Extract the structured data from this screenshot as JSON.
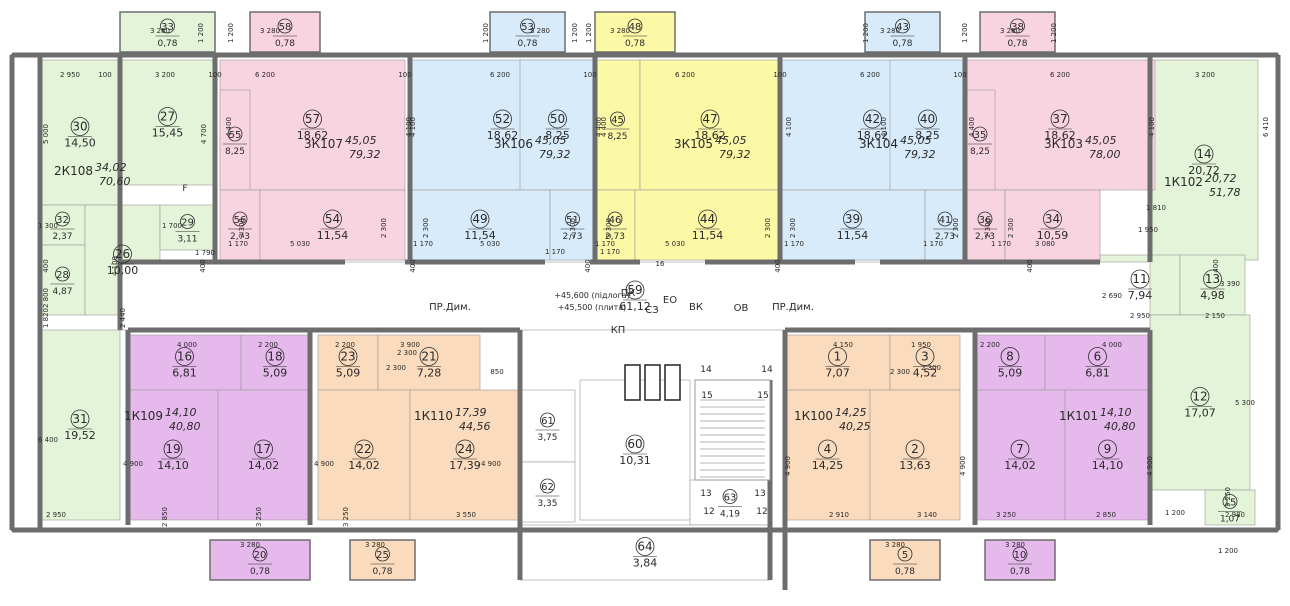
{
  "colors": {
    "green": "#e4f4d8",
    "pink": "#f8d3e0",
    "blue": "#d8ebfb",
    "yellow": "#fbf8a6",
    "purple": "#e6b9ec",
    "orange": "#fbdbbd",
    "corridor": "#ffffff",
    "wall": "#6d6d6d",
    "line": "#9a9a9a",
    "text": "#2a2a2a"
  },
  "rooms": [
    {
      "id": "30",
      "area": "14,50",
      "color": "green"
    },
    {
      "id": "27",
      "area": "15,45",
      "color": "green"
    },
    {
      "id": "32",
      "area": "2,37",
      "color": "green"
    },
    {
      "id": "28",
      "area": "4,87",
      "color": "green"
    },
    {
      "id": "26",
      "area": "10,00",
      "color": "green"
    },
    {
      "id": "29",
      "area": "3,11",
      "color": "green"
    },
    {
      "id": "31",
      "area": "19,52",
      "color": "green"
    },
    {
      "id": "14",
      "area": "20,72",
      "color": "green"
    },
    {
      "id": "11",
      "area": "7,94",
      "color": "green"
    },
    {
      "id": "13",
      "area": "4,98",
      "color": "green"
    },
    {
      "id": "12",
      "area": "17,07",
      "color": "green"
    },
    {
      "id": "15",
      "area": "1,07",
      "color": "green"
    },
    {
      "id": "57",
      "area": "18,62",
      "color": "pink"
    },
    {
      "id": "55",
      "area": "8,25",
      "color": "pink"
    },
    {
      "id": "56",
      "area": "2,73",
      "color": "pink"
    },
    {
      "id": "54",
      "area": "11,54",
      "color": "pink"
    },
    {
      "id": "37",
      "area": "18,62",
      "color": "pink"
    },
    {
      "id": "35",
      "area": "8,25",
      "color": "pink"
    },
    {
      "id": "36",
      "area": "2,73",
      "color": "pink"
    },
    {
      "id": "34",
      "area": "10,59",
      "color": "pink"
    },
    {
      "id": "52",
      "area": "18,62",
      "color": "blue"
    },
    {
      "id": "50",
      "area": "8,25",
      "color": "blue"
    },
    {
      "id": "49",
      "area": "11,54",
      "color": "blue"
    },
    {
      "id": "51",
      "area": "2,73",
      "color": "blue"
    },
    {
      "id": "42",
      "area": "18,62",
      "color": "blue"
    },
    {
      "id": "40",
      "area": "8,25",
      "color": "blue"
    },
    {
      "id": "39",
      "area": "11,54",
      "color": "blue"
    },
    {
      "id": "41",
      "area": "2,73",
      "color": "blue"
    },
    {
      "id": "45",
      "area": "8,25",
      "color": "yellow"
    },
    {
      "id": "47",
      "area": "18,62",
      "color": "yellow"
    },
    {
      "id": "46",
      "area": "2,73",
      "color": "yellow"
    },
    {
      "id": "44",
      "area": "11,54",
      "color": "yellow"
    },
    {
      "id": "16",
      "area": "6,81",
      "color": "purple"
    },
    {
      "id": "18",
      "area": "5,09",
      "color": "purple"
    },
    {
      "id": "19",
      "area": "14,10",
      "color": "purple"
    },
    {
      "id": "17",
      "area": "14,02",
      "color": "purple"
    },
    {
      "id": "8",
      "area": "5,09",
      "color": "purple"
    },
    {
      "id": "6",
      "area": "6,81",
      "color": "purple"
    },
    {
      "id": "7",
      "area": "14,02",
      "color": "purple"
    },
    {
      "id": "9",
      "area": "14,10",
      "color": "purple"
    },
    {
      "id": "23",
      "area": "5,09",
      "color": "orange"
    },
    {
      "id": "21",
      "area": "7,28",
      "color": "orange"
    },
    {
      "id": "22",
      "area": "14,02",
      "color": "orange"
    },
    {
      "id": "24",
      "area": "17,39",
      "color": "orange"
    },
    {
      "id": "1",
      "area": "7,07",
      "color": "orange"
    },
    {
      "id": "3",
      "area": "4,52",
      "color": "orange"
    },
    {
      "id": "4",
      "area": "14,25",
      "color": "orange"
    },
    {
      "id": "2",
      "area": "13,63",
      "color": "orange"
    },
    {
      "id": "59",
      "area": "61,12",
      "color": "corridor"
    },
    {
      "id": "61",
      "area": "3,75",
      "color": "corridor"
    },
    {
      "id": "62",
      "area": "3,35",
      "color": "corridor"
    },
    {
      "id": "60",
      "area": "10,31",
      "color": "corridor"
    },
    {
      "id": "63",
      "area": "4,19",
      "color": "corridor"
    },
    {
      "id": "64",
      "area": "3,84",
      "color": "corridor"
    },
    {
      "id": "33",
      "area": "0,78",
      "color": "green"
    },
    {
      "id": "58",
      "area": "0,78",
      "color": "pink"
    },
    {
      "id": "53",
      "area": "0,78",
      "color": "blue"
    },
    {
      "id": "48",
      "area": "0,78",
      "color": "yellow"
    },
    {
      "id": "43",
      "area": "0,78",
      "color": "blue"
    },
    {
      "id": "38",
      "area": "0,78",
      "color": "pink"
    },
    {
      "id": "20",
      "area": "0,78",
      "color": "purple"
    },
    {
      "id": "25",
      "area": "0,78",
      "color": "orange"
    },
    {
      "id": "5",
      "area": "0,78",
      "color": "orange"
    },
    {
      "id": "10",
      "area": "0,78",
      "color": "purple"
    }
  ],
  "apartments": [
    {
      "code": "2К108",
      "living": "34,02",
      "total": "70,60"
    },
    {
      "code": "3К107",
      "living": "45,05",
      "total": "79,32"
    },
    {
      "code": "3К106",
      "living": "45,05",
      "total": "79,32"
    },
    {
      "code": "3К105",
      "living": "45,05",
      "total": "79,32"
    },
    {
      "code": "3К104",
      "living": "45,05",
      "total": "79,32"
    },
    {
      "code": "3К103",
      "living": "45,05",
      "total": "78,00"
    },
    {
      "code": "1К102",
      "living": "20,72",
      "total": "51,78"
    },
    {
      "code": "1К109",
      "living": "14,10",
      "total": "40,80"
    },
    {
      "code": "1К110",
      "living": "17,39",
      "total": "44,56"
    },
    {
      "code": "1К100",
      "living": "14,25",
      "total": "40,25"
    },
    {
      "code": "1К101",
      "living": "14,10",
      "total": "40,80"
    }
  ],
  "labels": {
    "level_floor": "+45,600 (підлога)",
    "level_slab": "+45,500 (плита)",
    "pk": "ПК",
    "sz": "СЗ",
    "eo": "ЕО",
    "vk": "ВК",
    "ov": "ОВ",
    "kp": "КП",
    "pr_dym_left": "ПР.Дим.",
    "pr_dym_right": "ПР.Дим.",
    "stair_14a": "14",
    "stair_14b": "14",
    "stair_15a": "15",
    "stair_15b": "15",
    "stair_13a": "13",
    "stair_13b": "13",
    "stair_12a": "12",
    "stair_12b": "12",
    "stair_16": "16",
    "f_mark": "F"
  },
  "dimensions": [
    "2 950",
    "3 200",
    "6 200",
    "6 200",
    "6 200",
    "6 200",
    "6 200",
    "3 200",
    "100",
    "100",
    "100",
    "100",
    "100",
    "100",
    "5 000",
    "4 700",
    "4 400",
    "4 100",
    "4 400",
    "4 100",
    "4 100",
    "4 400",
    "4 100",
    "4 400",
    "4 100",
    "6 410",
    "1 200",
    "1 200",
    "1 200",
    "1 200",
    "1 200",
    "1 200",
    "1 200",
    "1 200",
    "3 280",
    "3 280",
    "3 280",
    "3 280",
    "3 280",
    "3 280",
    "3 280",
    "3 280",
    "3 280",
    "3 280",
    "1 300",
    "1 700",
    "1 790",
    "1 170",
    "1 170",
    "1 170",
    "1 170",
    "1 170",
    "1 170",
    "1 170",
    "1 170",
    "5 030",
    "5 030",
    "5 030",
    "3 080",
    "1 950",
    "1 810",
    "2 300",
    "2 300",
    "2 300",
    "2 300",
    "2 300",
    "2 300",
    "2 300",
    "2 300",
    "2 300",
    "2 300",
    "400",
    "400",
    "400",
    "400",
    "400",
    "400",
    "400",
    "2 800",
    "4 100",
    "1 820",
    "2 440",
    "2 690",
    "2 950",
    "2 150",
    "3 390",
    "4 000",
    "2 200",
    "2 200",
    "3 900",
    "4 150",
    "1 950",
    "2 200",
    "4 000",
    "850",
    "2 300",
    "2 300",
    "2 300",
    "2 300",
    "4 900",
    "4 900",
    "4 900",
    "4 900",
    "4 900",
    "4 900",
    "2 850",
    "3 250",
    "3 250",
    "3 550",
    "2 910",
    "3 140",
    "3 250",
    "2 850",
    "6 400",
    "5 300",
    "3 250",
    "2 950",
    "2 980",
    "1 200",
    "1 200"
  ]
}
